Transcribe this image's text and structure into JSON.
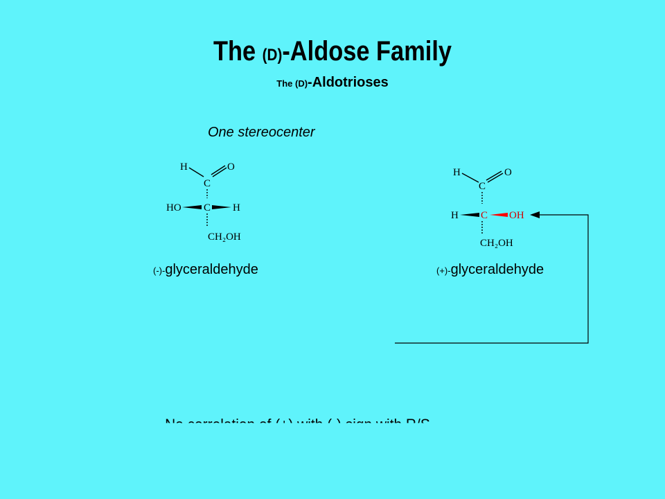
{
  "title": {
    "prefix": "The ",
    "d": "(D)",
    "rest": "-Aldose Family"
  },
  "subtitle": {
    "prefix": "The ",
    "d": "(D)",
    "rest": "-Aldotrioses"
  },
  "note": "One stereocenter",
  "left_molecule": {
    "label_sign": "(-)-",
    "label_name": "glyceraldehyde",
    "atoms": {
      "h_top": "H",
      "o_top": "O",
      "c1": "C",
      "c2": "C",
      "ho_left": "HO",
      "h_right": "H",
      "ch2oh": "CH₂OH"
    }
  },
  "right_molecule": {
    "label_sign": "(+)-",
    "label_name": "glyceraldehyde",
    "atoms": {
      "h_top": "H",
      "o_top": "O",
      "c1": "C",
      "c2": "C",
      "h_left": "H",
      "oh_right": "OH",
      "ch2oh": "CH₂OH"
    },
    "highlight_color": "#ff0000"
  },
  "cut_off_text": "No correlation of  (+) with  (-) sign with  R/S"
}
